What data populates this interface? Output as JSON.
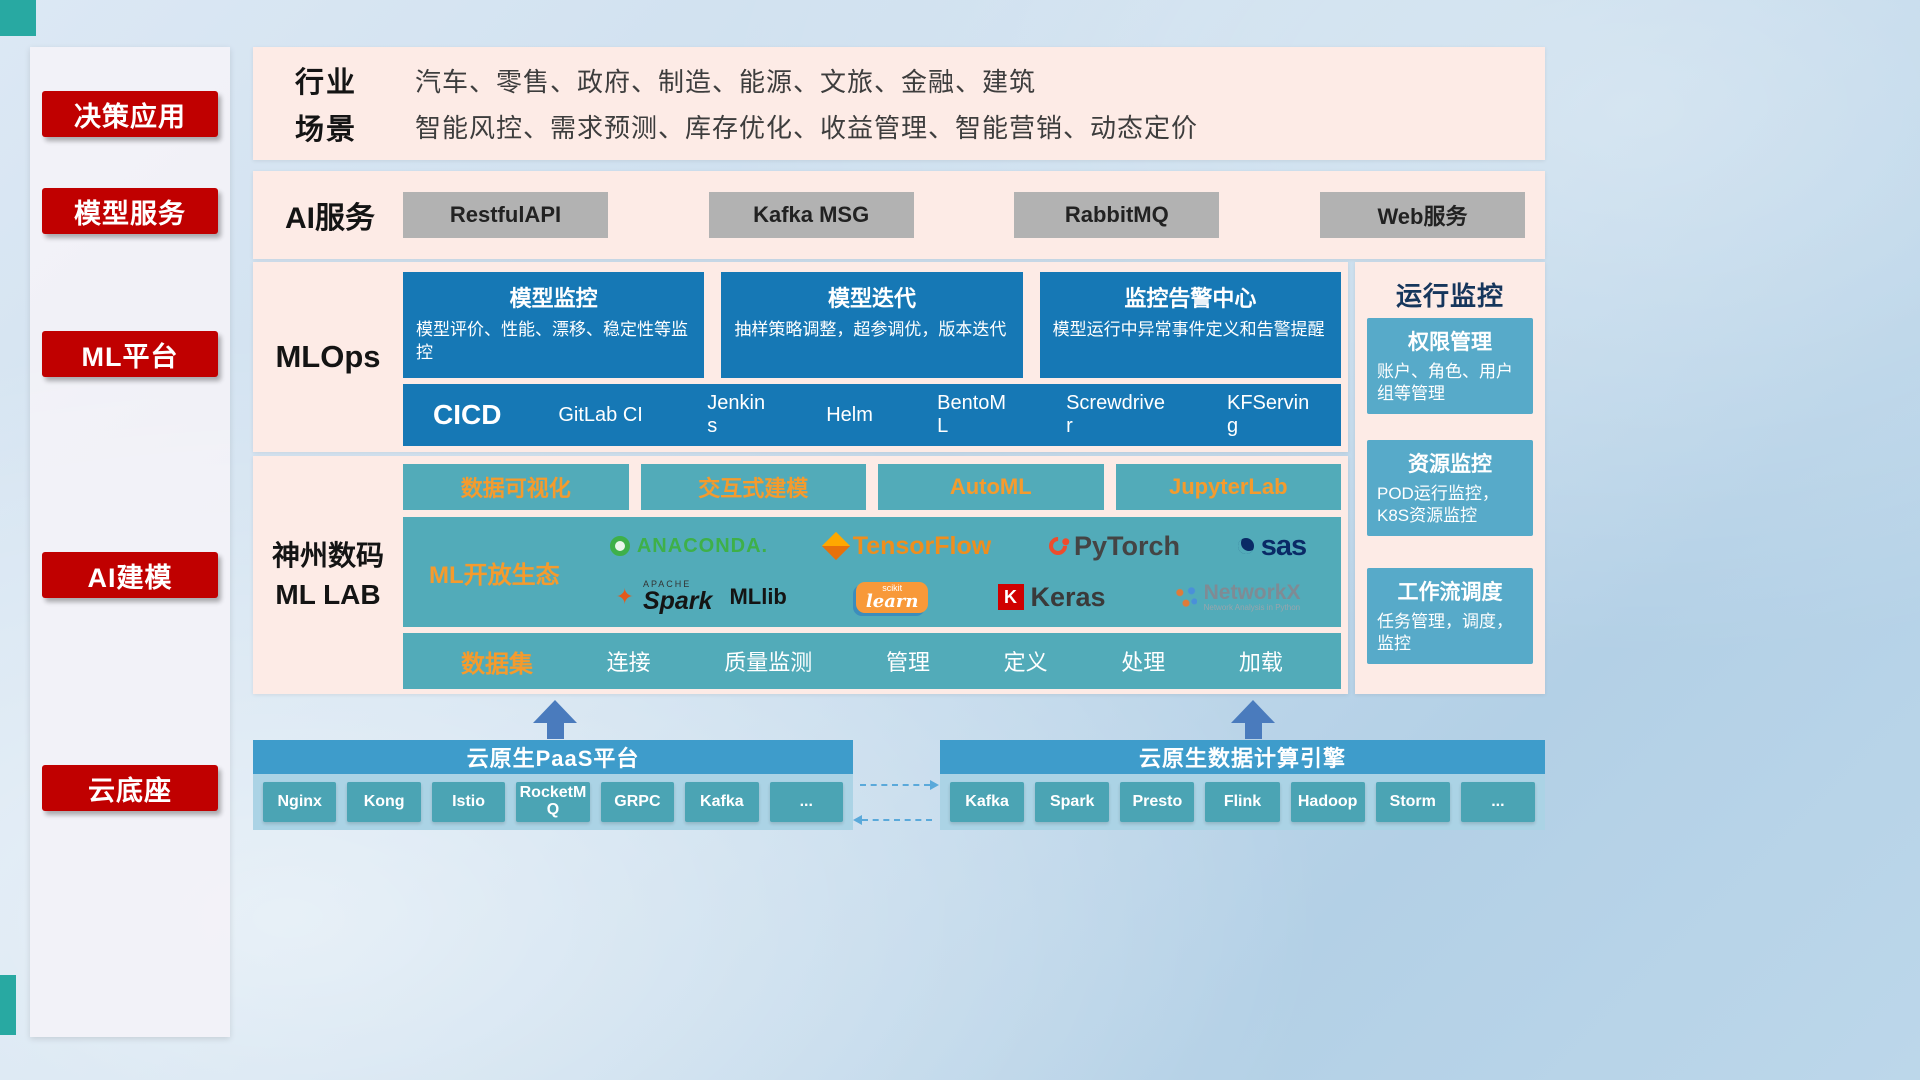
{
  "sidebar": {
    "items": [
      "决策应用",
      "模型服务",
      "ML平台",
      "AI建模",
      "云底座"
    ]
  },
  "industry": {
    "rows": [
      {
        "label": "行业",
        "text": "汽车、零售、政府、制造、能源、文旅、金融、建筑"
      },
      {
        "label": "场景",
        "text": "智能风控、需求预测、库存优化、收益管理、智能营销、动态定价"
      }
    ]
  },
  "ai_service": {
    "label": "AI服务",
    "buttons": [
      "RestfulAPI",
      "Kafka MSG",
      "RabbitMQ",
      "Web服务"
    ]
  },
  "mlops": {
    "label": "MLOps",
    "cards": [
      {
        "title": "模型监控",
        "desc": "模型评价、性能、漂移、稳定性等监控"
      },
      {
        "title": "模型迭代",
        "desc": "抽样策略调整，超参调优，版本迭代"
      },
      {
        "title": "监控告警中心",
        "desc": "模型运行中异常事件定义和告警提醒"
      }
    ],
    "cicd_title": "CICD",
    "cicd_items": [
      "GitLab CI",
      "Jenkins",
      "Helm",
      "BentoML",
      "Screwdriver",
      "KFServing"
    ]
  },
  "mllab": {
    "label_line1": "神州数码",
    "label_line2": "ML LAB",
    "tools": [
      "数据可视化",
      "交互式建模",
      "AutoML",
      "JupyterLab"
    ],
    "ecosystem_label": "ML开放生态",
    "logos": {
      "anaconda": "ANACONDA.",
      "tensorflow": "TensorFlow",
      "pytorch": "PyTorch",
      "sas": "sas",
      "spark_top": "APACHE",
      "spark": "Spark",
      "mllib": "MLlib",
      "sklearn_top": "scikit",
      "sklearn": "learn",
      "keras_k": "K",
      "keras": "Keras",
      "networkx": "NetworkX",
      "networkx_sub": "Network Analysis in Python"
    },
    "dataset_title": "数据集",
    "dataset_items": [
      "连接",
      "质量监测",
      "管理",
      "定义",
      "处理",
      "加载"
    ]
  },
  "monitoring": {
    "title": "运行监控",
    "cards": [
      {
        "title": "权限管理",
        "desc": "账户、角色、用户组等管理"
      },
      {
        "title": "资源监控",
        "desc": "POD运行监控，K8S资源监控"
      },
      {
        "title": "工作流调度",
        "desc": "任务管理，调度，监控"
      }
    ]
  },
  "cloud": {
    "paas_title": "云原生PaaS平台",
    "paas_items": [
      "Nginx",
      "Kong",
      "Istio",
      "RocketMQ",
      "GRPC",
      "Kafka",
      "..."
    ],
    "engine_title": "云原生数据计算引擎",
    "engine_items": [
      "Kafka",
      "Spark",
      "Presto",
      "Flink",
      "Hadoop",
      "Storm",
      "..."
    ]
  },
  "colors": {
    "accent_red": "#c00000",
    "panel_pink": "#fdebe6",
    "card_blue": "#1678b5",
    "teal": "#52abb9",
    "orange_text": "#f59b2d",
    "bar_blue": "#3e9ccb",
    "corner_teal": "#28a9a2"
  }
}
